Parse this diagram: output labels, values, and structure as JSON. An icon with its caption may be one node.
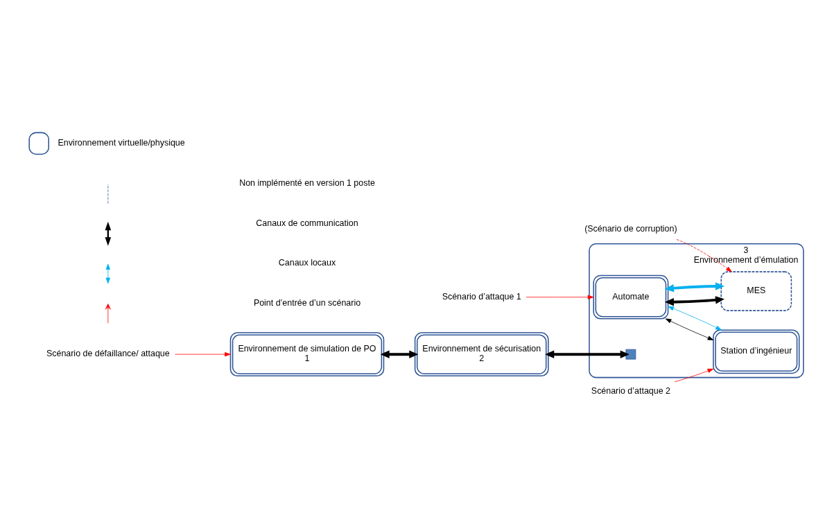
{
  "diagram": {
    "nodes": [
      {
        "text": [
          "Environnement de simulation de PO",
          "1"
        ]
      },
      {
        "text": [
          "Environnement de sécurisation",
          "2"
        ]
      },
      {
        "text": [
          "3",
          "Environnement d’émulation"
        ]
      },
      {
        "text": [
          "Automate"
        ],
        "in": 2
      },
      {
        "text": [
          "MES"
        ],
        "in": 2
      },
      {
        "text": [
          "Station d’ingénieur"
        ],
        "in": 2
      },
      {
        "text": [
          "Scénario de défaillance/ attaque"
        ]
      },
      {
        "text": [
          "Scénario d’attaque 1"
        ]
      },
      {
        "text": [
          "(Scénario de corruption)"
        ]
      },
      {
        "text": [
          "Scénario d’attaque 2"
        ]
      },
      {
        "text": [],
        "shape": "box",
        "in": 2
      }
    ],
    "edges": [
      {
        "from": 0,
        "to": 1,
        "arrow": "both",
        "style": "thick"
      },
      {
        "from": 1,
        "to": 10,
        "arrow": "both",
        "style": "thick"
      },
      {
        "from": 3,
        "to": 4,
        "arrow": "both",
        "style": "thick"
      },
      {
        "from": 3,
        "to": 4,
        "arrow": "both",
        "style": "thick",
        "color": "#00b0f0"
      },
      {
        "from": 3,
        "to": 5,
        "arrow": "both"
      },
      {
        "from": 3,
        "to": 5,
        "arrow": "both",
        "color": "#00b0f0"
      },
      {
        "from": 6,
        "to": 0,
        "arrow": "to",
        "color": "#ff0000"
      },
      {
        "from": 7,
        "to": 3,
        "arrow": "to",
        "color": "#ff0000"
      },
      {
        "from": 8,
        "to": 4,
        "arrow": "to",
        "style": "dashed",
        "color": "#ff0000"
      },
      {
        "from": 9,
        "to": 5,
        "arrow": "to",
        "color": "#ff0000"
      }
    ],
    "legend": [
      {
        "text": "Environnement virtuelle/physique"
      },
      {
        "text": "Non implémenté en version 1 poste"
      },
      {
        "text": "Canaux de communication"
      },
      {
        "text": "Canaux locaux"
      },
      {
        "text": "Point d’entrée d’un scénario"
      }
    ]
  }
}
